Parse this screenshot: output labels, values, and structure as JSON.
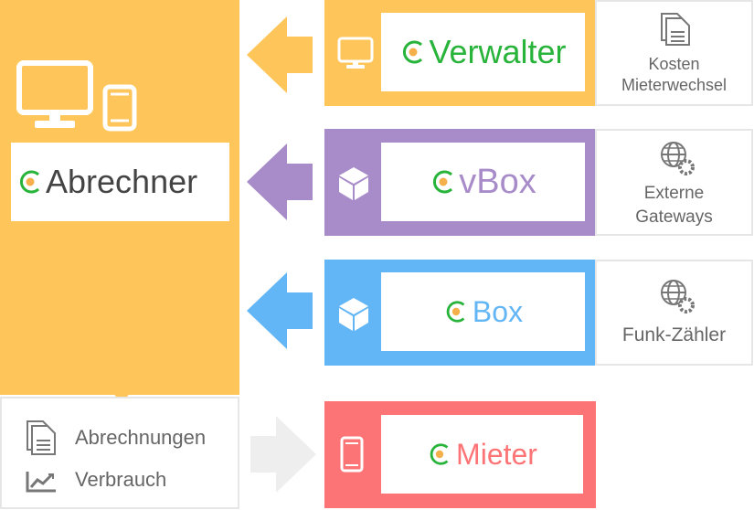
{
  "colors": {
    "abrechner": "#fec55a",
    "vbox": "#a88cc9",
    "box": "#63b6f5",
    "mieter": "#fd7477",
    "logo_green": "#28b33a",
    "logo_dot": "#f5b04c",
    "gray_text": "#666666",
    "gray_border": "#e6e6e6",
    "gray_arrow": "#eeeeee"
  },
  "left": {
    "product": "Abrechner",
    "icons": [
      "monitor-icon",
      "smartphone-icon"
    ],
    "outputs": [
      {
        "icon": "document-icon",
        "label": "Abrechnungen"
      },
      {
        "icon": "chart-icon",
        "label": "Verbrauch"
      }
    ]
  },
  "modules": [
    {
      "id": "verwalter",
      "product": "Verwalter",
      "icon": "monitor-icon",
      "info_icon": "document-icon",
      "info": [
        "Kosten",
        "Mieterwechsel"
      ]
    },
    {
      "id": "vbox",
      "product": "vBox",
      "icon": "cube-icon",
      "info_icon": "globe-gear-icon",
      "info": [
        "Externe",
        "Gateways"
      ]
    },
    {
      "id": "box",
      "product": "Box",
      "icon": "cube-icon",
      "info_icon": "globe-gear-icon",
      "info": [
        "Funk-Zähler"
      ]
    },
    {
      "id": "mieter",
      "product": "Mieter",
      "icon": "smartphone-icon"
    }
  ]
}
